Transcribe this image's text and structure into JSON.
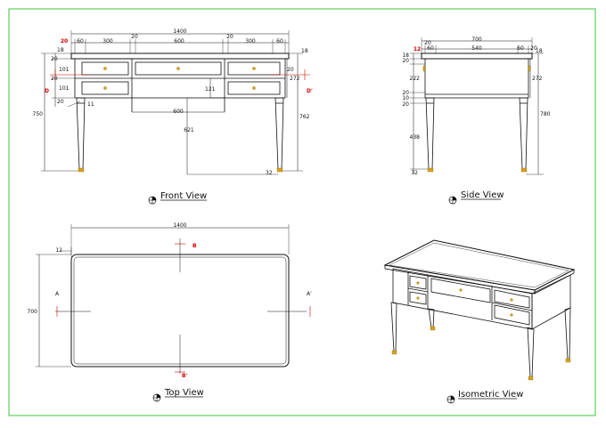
{
  "sheet": {
    "border_color": "#3cc43c",
    "accent_color": "#d40000",
    "hardware_color": "#d9a21b"
  },
  "titles": {
    "front": "Front View",
    "side": "Side View",
    "top": "Top View",
    "iso": "Isometric View"
  },
  "icons": {
    "view_marker": "view-marker-icon"
  },
  "front": {
    "top_overall": "1400",
    "top_red": "20",
    "top_segments": [
      "60",
      "300",
      "20",
      "600",
      "20",
      "300",
      "60"
    ],
    "left_stack": [
      "18",
      "20",
      "101",
      "20",
      "101",
      "20"
    ],
    "left_total": "750",
    "right_small": "18",
    "right_20": "20",
    "right_272": "272",
    "right_total": "762",
    "inner_121": "121",
    "inner_600": "600",
    "inner_621": "621",
    "leader_11": "11",
    "foot_32": "32",
    "section_left": "D",
    "section_right": "D'"
  },
  "side": {
    "top_overall": "700",
    "top_red": "12",
    "top_segments": [
      "20",
      "60",
      "540",
      "60",
      "20"
    ],
    "left_stack": [
      "18",
      "20",
      "222",
      "20",
      "10",
      "20",
      "438",
      "32"
    ],
    "right_small": "18",
    "right_272": "272",
    "right_total": "780"
  },
  "top": {
    "width": "1400",
    "depth": "700",
    "offset": "12",
    "sections": [
      "A",
      "A'",
      "B",
      "B'"
    ]
  }
}
